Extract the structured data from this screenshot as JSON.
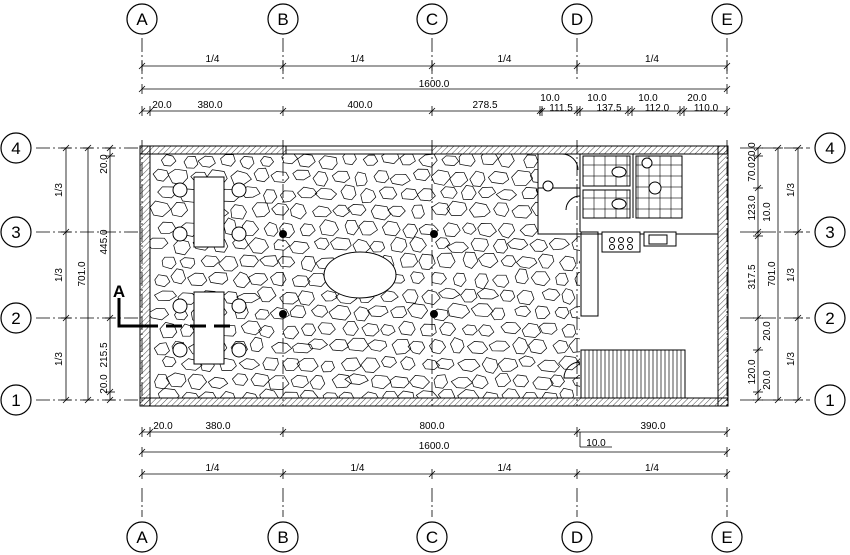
{
  "grid": {
    "columns": [
      "A",
      "B",
      "C",
      "D",
      "E"
    ],
    "rows": [
      "1",
      "2",
      "3",
      "4"
    ]
  },
  "section_mark": "A",
  "top": {
    "quarters": [
      "1/4",
      "1/4",
      "1/4",
      "1/4"
    ],
    "overall": "1600.0",
    "segments": [
      "20.0",
      "380.0",
      "400.0",
      "278.5",
      "10.0",
      "111.5",
      "10.0",
      "137.5",
      "10.0",
      "112.0",
      "20.0",
      "110.0"
    ]
  },
  "bottom": {
    "segments": [
      "20.0",
      "380.0",
      "800.0",
      "390.0"
    ],
    "small": "10.0",
    "overall": "1600.0",
    "quarters": [
      "1/4",
      "1/4",
      "1/4",
      "1/4"
    ]
  },
  "left": {
    "thirds": [
      "1/3",
      "1/3",
      "1/3"
    ],
    "overall": "701.0",
    "segments": [
      "20.0",
      "445.0",
      "215.5",
      "20.0"
    ]
  },
  "right": {
    "thirds": [
      "1/3",
      "1/3",
      "1/3"
    ],
    "overall": "701.0",
    "segments": [
      "20.0",
      "70.0",
      "123.0",
      "10.0",
      "317.5",
      "20.0",
      "120.0",
      "20.0"
    ]
  }
}
